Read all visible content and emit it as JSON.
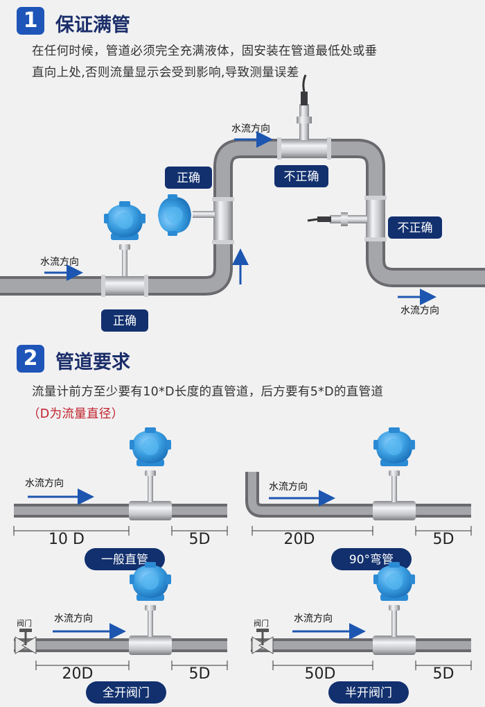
{
  "section1": {
    "number": "1",
    "title": "保证满管",
    "text_line1": "在任何时候，管道必须完全充满液体，固安装在管道最低处或垂",
    "text_line2": "直向上处,否则流量显示会受到影响,导致测量误差",
    "labels": {
      "correct_bottom": "正确",
      "correct_side": "正确",
      "wrong_top": "不正确",
      "wrong_down": "不正确"
    },
    "flow_labels": {
      "left": "水流方向",
      "top": "水流方向",
      "right": "水流方向"
    }
  },
  "section2": {
    "number": "2",
    "title": "管道要求",
    "text_line1": "流量计前方至少要有10*D长度的直管道，后方要有5*D的直管道",
    "note": "（D为流量直径）",
    "flow_label": "水流方向",
    "valve_label": "阀门",
    "diagrams": [
      {
        "name": "一般直管",
        "upstream": "10 D",
        "downstream": "5D"
      },
      {
        "name": "90°弯管",
        "upstream": "20D",
        "downstream": "5D"
      },
      {
        "name": "全开阀门",
        "upstream": "20D",
        "downstream": "5D"
      },
      {
        "name": "半开阀门",
        "upstream": "50D",
        "downstream": "5D"
      }
    ]
  },
  "colors": {
    "badge_blue": "#1f55b8",
    "title_navy": "#1b2e6a",
    "label_navy": "#12306e",
    "arrow_blue": "#1d56b0",
    "meter_blue": "#3a9ee0",
    "note_red": "#c0202a",
    "pipe_grey": "#6a6a6e"
  }
}
